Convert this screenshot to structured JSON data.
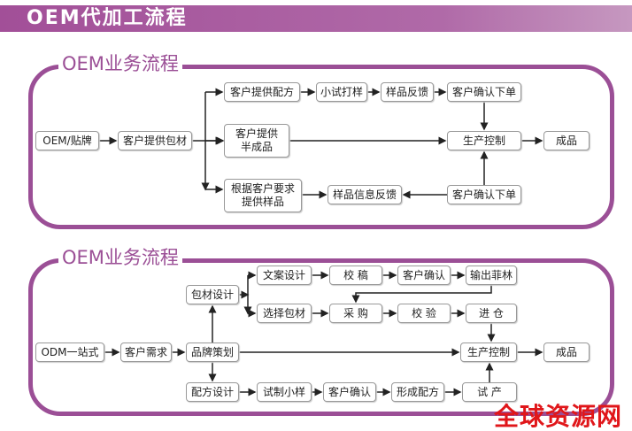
{
  "header": {
    "title": "OEM代加工流程"
  },
  "section1": {
    "title": "OEM业务流程",
    "boxes": {
      "oem": "OEM/贴牌",
      "pack": "客户提供包材",
      "formula": "客户提供配方",
      "trial": "小试打样",
      "feedback": "样品反馈",
      "confirm1": "客户确认下单",
      "semi": "客户提供\n半成品",
      "prod": "生产控制",
      "done": "成品",
      "sample": "根据客户要求\n提供样品",
      "info": "样品信息反馈",
      "confirm2": "客户确认下单"
    }
  },
  "section2": {
    "title": "OEM业务流程",
    "boxes": {
      "copy": "文案设计",
      "proof": "校 稿",
      "cconfirm": "客户确认",
      "film": "输出菲林",
      "packdesign": "包材设计",
      "choose": "选择包材",
      "buy": "采 购",
      "check": "校 验",
      "store": "进 仓",
      "odm": "ODM一站式",
      "need": "客户需求",
      "brand": "品牌策划",
      "prod": "生产控制",
      "done": "成品",
      "fdesign": "配方设计",
      "smallsample": "试制小样",
      "cconfirm2": "客户确认",
      "fform": "形成配方",
      "trialprod": "试 产"
    }
  },
  "watermark": "全球资源网",
  "colors": {
    "accent": "#9b4f96",
    "watermark": "#e0161a"
  }
}
